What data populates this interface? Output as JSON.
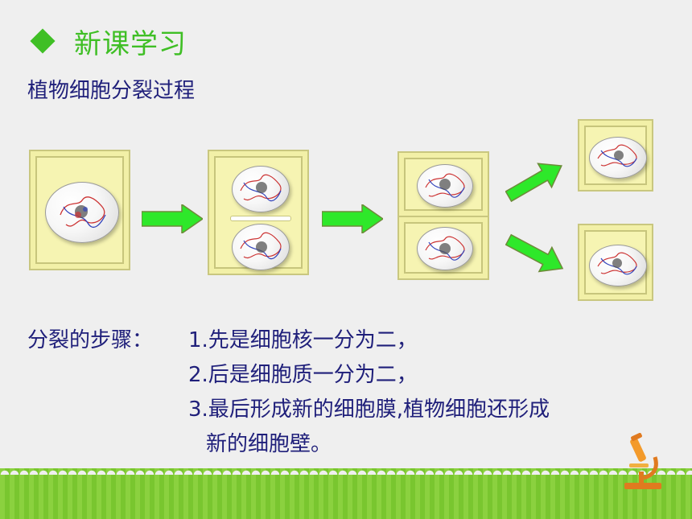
{
  "slide": {
    "title": "新课学习",
    "subtitle": "植物细胞分裂过程",
    "steps": {
      "lead": "分裂的步骤：",
      "step1": "1.先是细胞核一分为二，",
      "step2": "2.后是细胞质一分为二，",
      "step3_line1": "3.最后形成新的细胞膜,植物细胞还形成",
      "step3_line2": "新的细胞壁。"
    }
  },
  "colors": {
    "title_green": "#3fbf25",
    "text_navy": "#1f1f7a",
    "cell_fill": "#f2f0a7",
    "arrow_green": "#2ee82a",
    "band_green": "#84cc39"
  },
  "icons": {
    "bullet": "diamond-bullet-icon",
    "corner": "microscope-icon"
  }
}
